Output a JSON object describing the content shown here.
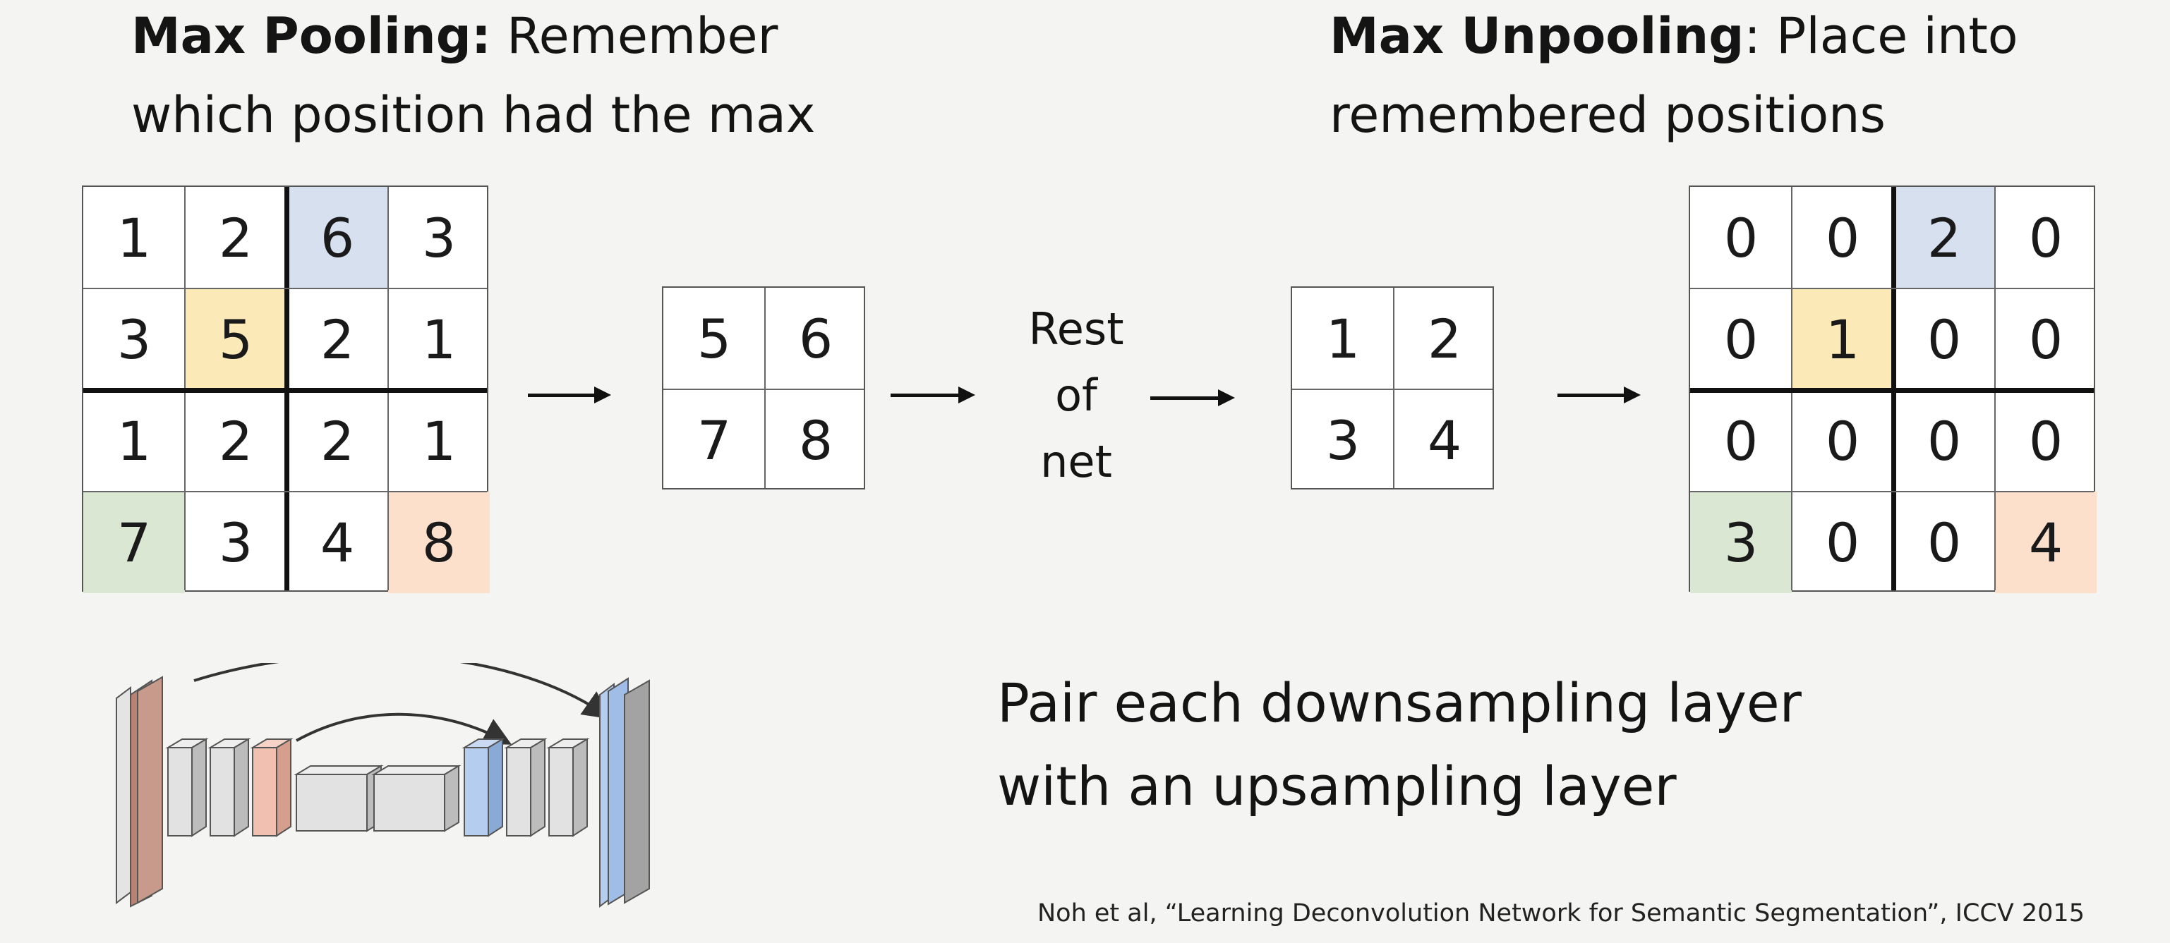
{
  "max_pooling": {
    "title_bold": "Max Pooling:",
    "title_rest": " Remember",
    "subtitle": "which position had the max",
    "input_grid": [
      [
        "1",
        "2",
        "6",
        "3"
      ],
      [
        "3",
        "5",
        "2",
        "1"
      ],
      [
        "1",
        "2",
        "2",
        "1"
      ],
      [
        "7",
        "3",
        "4",
        "8"
      ]
    ],
    "output_grid": [
      [
        "5",
        "6"
      ],
      [
        "7",
        "8"
      ]
    ]
  },
  "rest_of_net": "Rest\nof\nnet",
  "max_unpooling": {
    "title_bold": "Max Unpooling",
    "title_rest": ": Place into",
    "subtitle": "remembered positions",
    "input_grid": [
      [
        "1",
        "2"
      ],
      [
        "3",
        "4"
      ]
    ],
    "output_grid": [
      [
        "0",
        "0",
        "2",
        "0"
      ],
      [
        "0",
        "1",
        "0",
        "0"
      ],
      [
        "0",
        "0",
        "0",
        "0"
      ],
      [
        "3",
        "0",
        "0",
        "4"
      ]
    ]
  },
  "highlight_colors": {
    "blue": "#d6e0ef",
    "yellow": "#fbe9b8",
    "green": "#dae8d3",
    "orange": "#fce0cc"
  },
  "caption": "Pair each downsampling layer\nwith an upsampling layer",
  "citation": "Noh et al, “Learning Deconvolution Network for Semantic Segmentation”, ICCV 2015"
}
